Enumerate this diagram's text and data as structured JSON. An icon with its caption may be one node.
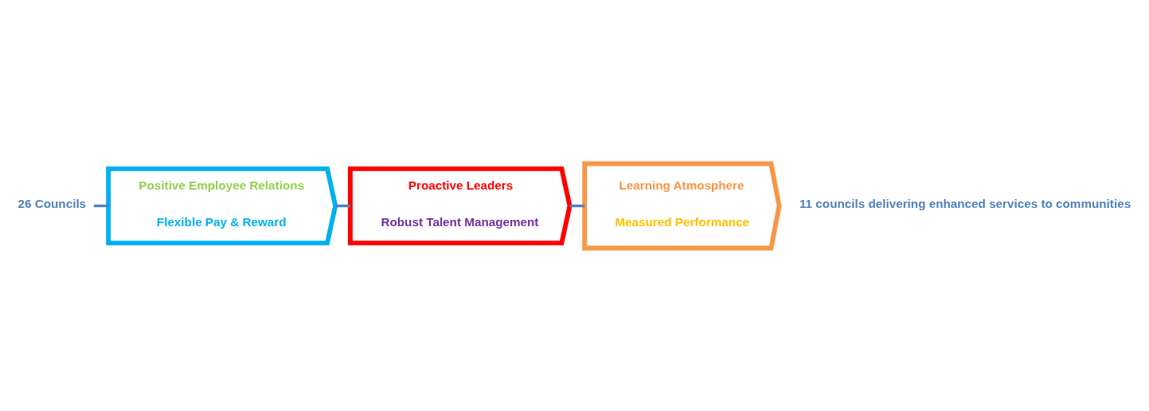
{
  "diagram": {
    "nodes": [
      {
        "text": [
          "26 Councils"
        ]
      },
      {
        "text": [
          "Positive Employee Relations",
          "Flexible Pay & Reward"
        ]
      },
      {
        "text": [
          "Proactive Leaders",
          "Robust Talent Management"
        ]
      },
      {
        "text": [
          "Learning Atmosphere",
          "Measured Performance"
        ]
      }
    ],
    "edges": [
      {
        "from": 0,
        "to": 1,
        "arrow": "none"
      },
      {
        "from": 1,
        "to": 2,
        "arrow": "none"
      },
      {
        "from": 2,
        "to": 3,
        "arrow": "none"
      }
    ],
    "labels": [
      "11 councils delivering enhanced services to communities"
    ]
  }
}
